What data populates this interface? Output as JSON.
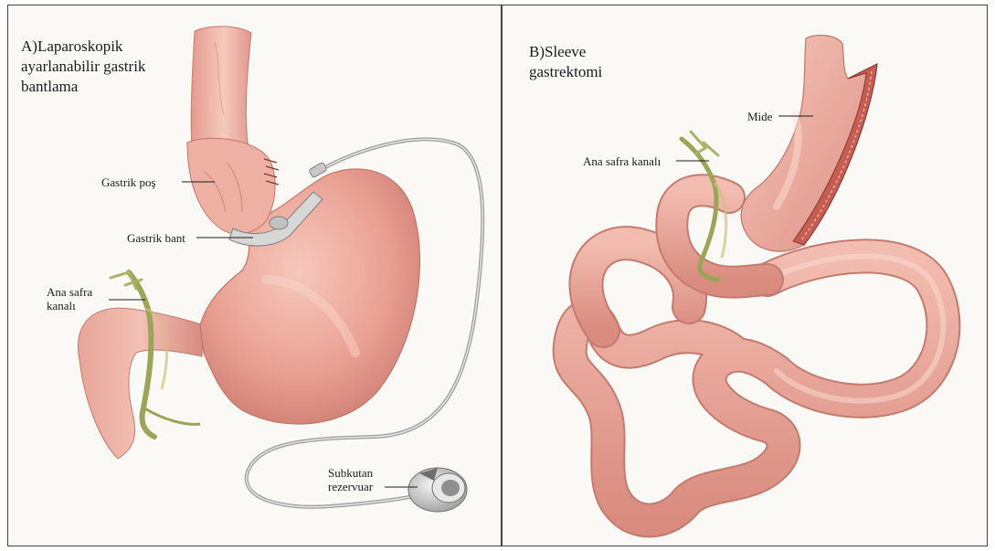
{
  "panel_a": {
    "title_line1": "A)Laparoskopik",
    "title_line2": "ayarlanabilir gastrik",
    "title_line3": "bantlama",
    "labels": {
      "gastric_pouch": "Gastrik poş",
      "gastric_band": "Gastrik bant",
      "bile_duct_line1": "Ana safra",
      "bile_duct_line2": "kanalı",
      "reservoir_line1": "Subkutan",
      "reservoir_line2": "rezervuar"
    }
  },
  "panel_b": {
    "title_line1": "B)Sleeve",
    "title_line2": "gastrektomi",
    "labels": {
      "stomach": "Mide",
      "bile_duct": "Ana safra kanalı"
    }
  },
  "colors": {
    "tissue": "#e9a195",
    "tissue_light": "#f4c4b8",
    "tissue_dark": "#c8766a",
    "bile_duct": "#9aa657",
    "tube": "#b8b8b8",
    "staple": "#a8443a",
    "panel_bg": "#fbf9f6",
    "border": "#444444",
    "text": "#1a1a1a"
  }
}
